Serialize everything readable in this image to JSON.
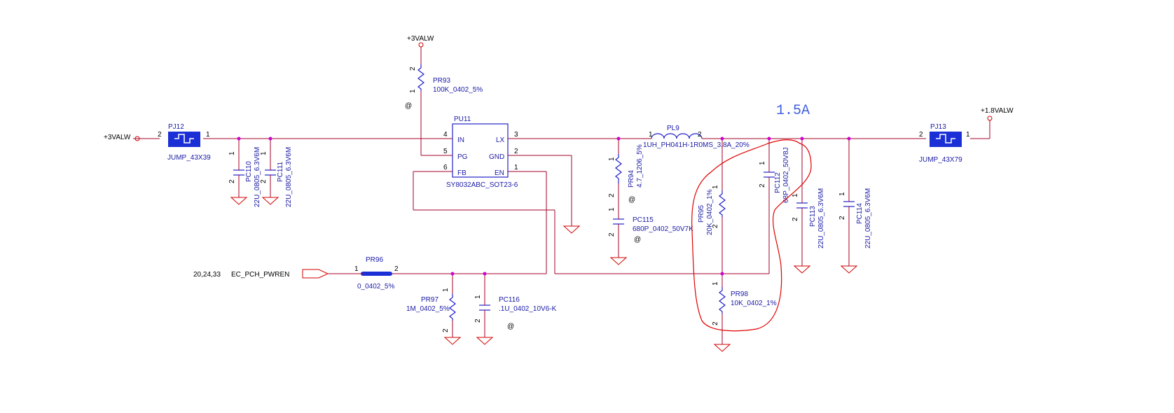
{
  "power": {
    "vin_top": "+3VALW",
    "vin_left": "+3VALW",
    "vout": "+1.8VALW"
  },
  "current_note": "1.5A",
  "net": {
    "ref": "20,24,33",
    "name": "EC_PCH_PWREN"
  },
  "ic": {
    "ref": "PU11",
    "part": "SY8032ABC_SOT23-6",
    "pins": {
      "in": "IN",
      "pg": "PG",
      "fb": "FB",
      "lx": "LX",
      "gnd": "GND",
      "en": "EN"
    }
  },
  "jumpers": {
    "pj12": {
      "ref": "PJ12",
      "value": "JUMP_43X39"
    },
    "pj13": {
      "ref": "PJ13",
      "value": "JUMP_43X79"
    }
  },
  "inductor": {
    "ref": "PL9",
    "value": "1UH_PH041H-1R0MS_3.8A_20%"
  },
  "resistors": {
    "pr93": {
      "ref": "PR93",
      "value": "100K_0402_5%"
    },
    "pr94": {
      "ref": "PR94",
      "value": "4.7_1206_5%"
    },
    "pr95": {
      "ref": "PR95",
      "value": "20K_0402_1%"
    },
    "pr96": {
      "ref": "PR96",
      "value": "0_0402_5%"
    },
    "pr97": {
      "ref": "PR97",
      "value": "1M_0402_5%"
    },
    "pr98": {
      "ref": "PR98",
      "value": "10K_0402_1%"
    }
  },
  "capacitors": {
    "pc110": {
      "ref": "PC110",
      "value": "22U_0805_6.3V6M"
    },
    "pc111": {
      "ref": "PC111",
      "value": "22U_0805_6.3V6M"
    },
    "pc112": {
      "ref": "PC112",
      "value": "68P_0402_50V8J"
    },
    "pc113": {
      "ref": "PC113",
      "value": "22U_0805_6.3V6M"
    },
    "pc114": {
      "ref": "PC114",
      "value": "22U_0805_6.3V6M"
    },
    "pc115": {
      "ref": "PC115",
      "value": "680P_0402_50V7K"
    },
    "pc116": {
      "ref": "PC116",
      "value": ".1U_0402_10V6-K"
    }
  },
  "pin_numbers": {
    "one": "1",
    "two": "2",
    "three": "3",
    "four": "4",
    "five": "5",
    "six": "6"
  },
  "marks": {
    "at": "@"
  }
}
